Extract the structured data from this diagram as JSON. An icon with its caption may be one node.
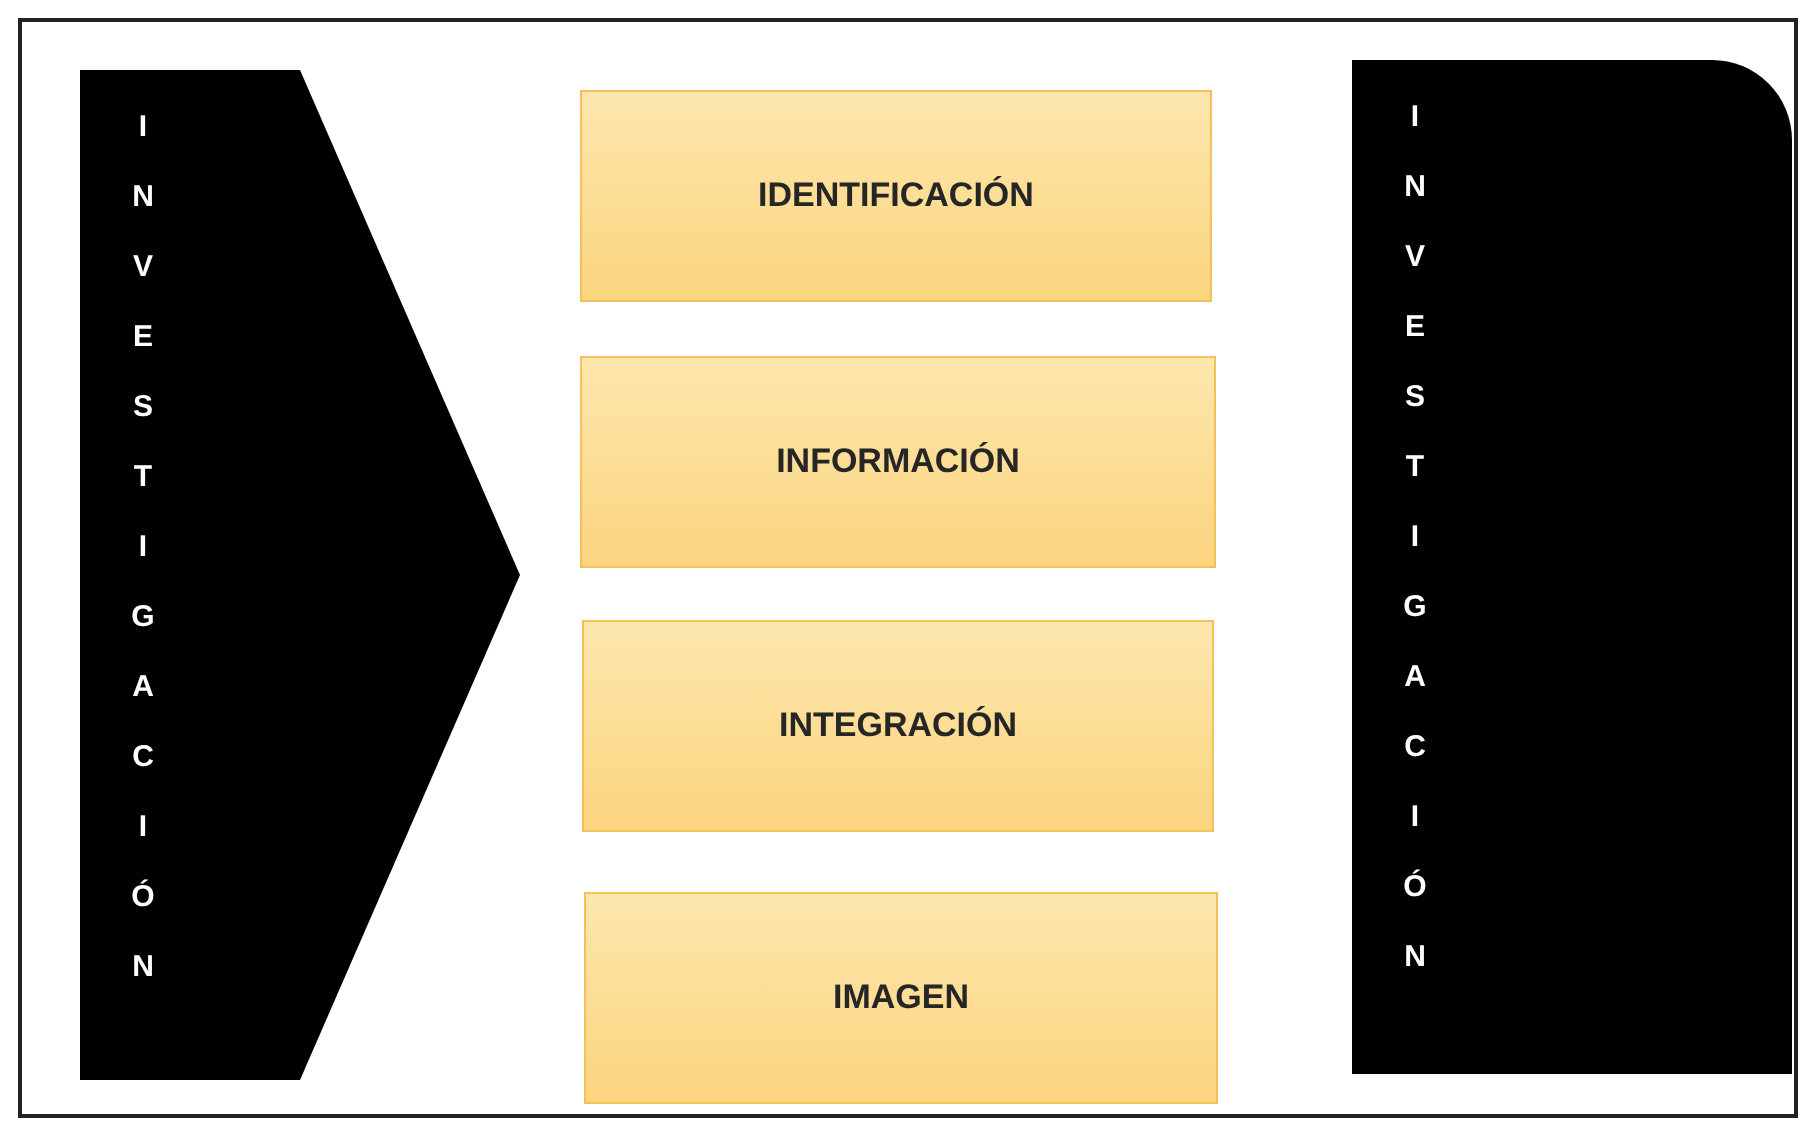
{
  "diagram": {
    "nodes": [
      {
        "text": [
          "INVESTIGACIÓN"
        ]
      },
      {
        "text": [
          "IDENTIFICACIÓN"
        ]
      },
      {
        "text": [
          "INFORMACIÓN"
        ]
      },
      {
        "text": [
          "INTEGRACIÓN"
        ]
      },
      {
        "text": [
          "IMAGEN"
        ]
      },
      {
        "text": [
          "INVESTIGACIÓN"
        ]
      }
    ],
    "edges": []
  }
}
